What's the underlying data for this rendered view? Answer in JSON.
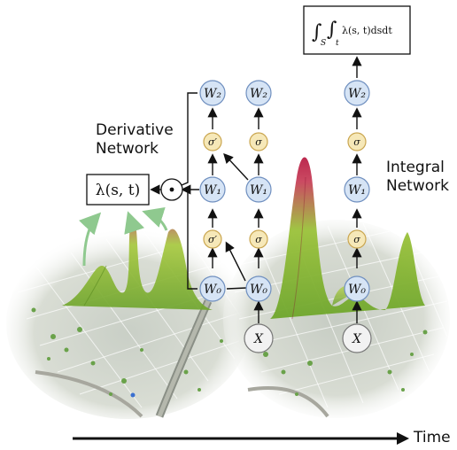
{
  "diagram": {
    "derivative_network": {
      "line1": "Derivative",
      "line2": "Network"
    },
    "integral_network": {
      "line1": "Integral",
      "line2": "Network"
    },
    "time_label": "Time",
    "lambda_box": "λ(s, t)",
    "integral_box": {
      "int1": "∫",
      "sub1": "S",
      "int2": "∫",
      "sub2": "t",
      "body": "λ(s, t)dsdt"
    },
    "product_symbol": "⊙",
    "nodes": {
      "derivative_column": [
        "W₂",
        "σ′",
        "W₁",
        "σ′",
        "W₀"
      ],
      "middle_column": [
        "W₂",
        "σ",
        "W₁",
        "σ",
        "W₀",
        "X"
      ],
      "integral_column": [
        "W₂",
        "σ",
        "W₁",
        "σ",
        "W₀",
        "X"
      ]
    }
  },
  "colors": {
    "weight_node": "#d6e4f5",
    "weight_stroke": "#6f8fbf",
    "activation_node": "#f6e8b8",
    "activation_stroke": "#caa650",
    "input_node": "#f2f2f2",
    "peak_low": "#7fb23a",
    "peak_high": "#c0284a",
    "arrow_green": "#8fc98f"
  }
}
